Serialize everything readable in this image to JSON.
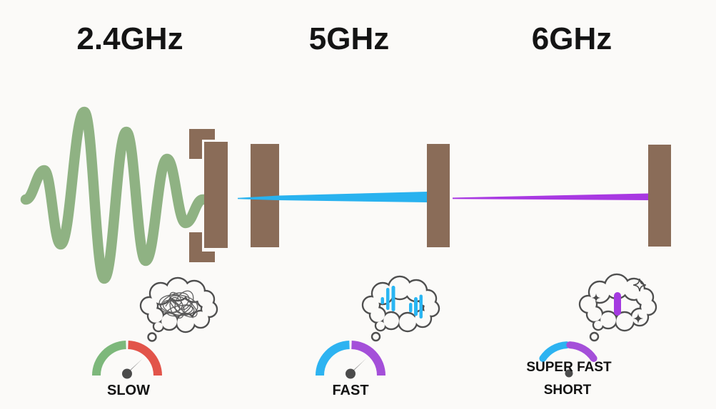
{
  "diagram_title_implied": "Wi-Fi band comparison",
  "sections": [
    {
      "title": "2.4GHz",
      "speed_label": "SLOW",
      "bubble_icon": "tangled-scribble-icon",
      "gauge": {
        "left_color": "#7db87b",
        "right_color": "#e2544a"
      }
    },
    {
      "title": "5GHz",
      "speed_label": "FAST",
      "bubble_icon": "signal-bars-icon",
      "gauge": {
        "left_color": "#2db3f1",
        "right_color": "#a44fd9"
      }
    },
    {
      "title": "6GHz",
      "speed_label": "SUPER FAST",
      "range_label": "SHORT",
      "bubble_icon": "clear-signal-sparkles-icon",
      "gauge": {
        "left_color": "#2db3f1",
        "right_color": "#a44fd9"
      }
    }
  ],
  "colors": {
    "background": "#fbfaf8",
    "wave_green": "#8fb283",
    "wall_brown": "#8a6c58",
    "beam_blue": "#29b2ef",
    "beam_purple": "#a838e2",
    "bars_blue": "#29b5f2",
    "bar_purple": "#a43ae0",
    "needle_gray": "#4b4b4b",
    "cloud_outline": "#4f4f4f",
    "text_black": "#141414"
  }
}
